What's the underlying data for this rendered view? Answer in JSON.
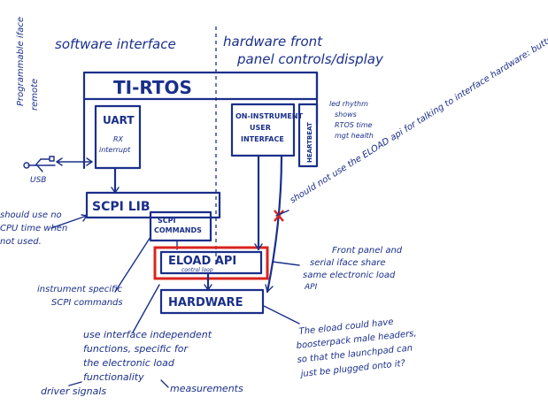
{
  "headers": {
    "software": "software interface",
    "hardware_line1": "hardware front",
    "hardware_line2": "panel controls/display"
  },
  "side": {
    "prog_line1": "Programmable iface",
    "prog_line2": "remote",
    "usb": "USB",
    "should_line1": "should use no",
    "should_line2": "CPU time when",
    "should_line3": "not used."
  },
  "boxes": {
    "rtos": "TI-RTOS",
    "uart": "UART",
    "uart_sub1": "RX",
    "uart_sub2": "interrupt",
    "ui_line1": "ON-INSTRUMENT",
    "ui_line2": "USER",
    "ui_line3": "INTERFACE",
    "heartbeat": "HEARTBEAT",
    "scpi_lib": "SCPI LIB",
    "scpi_cmd1": "SCPI",
    "scpi_cmd2": "COMMANDS",
    "eload": "ELOAD API",
    "eload_sub": "control loop",
    "hardware": "HARDWARE"
  },
  "notes": {
    "led_line1": "led rhythm",
    "led_line2": "shows",
    "led_line3": "RTOS time",
    "led_line4": "mgt health",
    "should_not": "should not use the ELOAD api for talking to interface hardware: buttons and displays",
    "front_line1": "Front panel and",
    "front_line2": "serial iface share",
    "front_line3": "same electronic load",
    "front_line4": "API",
    "instr_line1": "instrument specific",
    "instr_line2": "SCPI commands",
    "use_line1": "use interface independent",
    "use_line2": "functions, specific for",
    "use_line3": "the electronic load",
    "use_line4": "functionality",
    "driver": "driver signals",
    "measure": "measurements",
    "eload_line1": "The eload could have",
    "eload_line2": "boosterpack male headers,",
    "eload_line3": "so that the launchpad can",
    "eload_line4": "just be plugged onto it?"
  },
  "colors": {
    "ink": "#1a2f8a",
    "highlight": "#d9241f"
  }
}
